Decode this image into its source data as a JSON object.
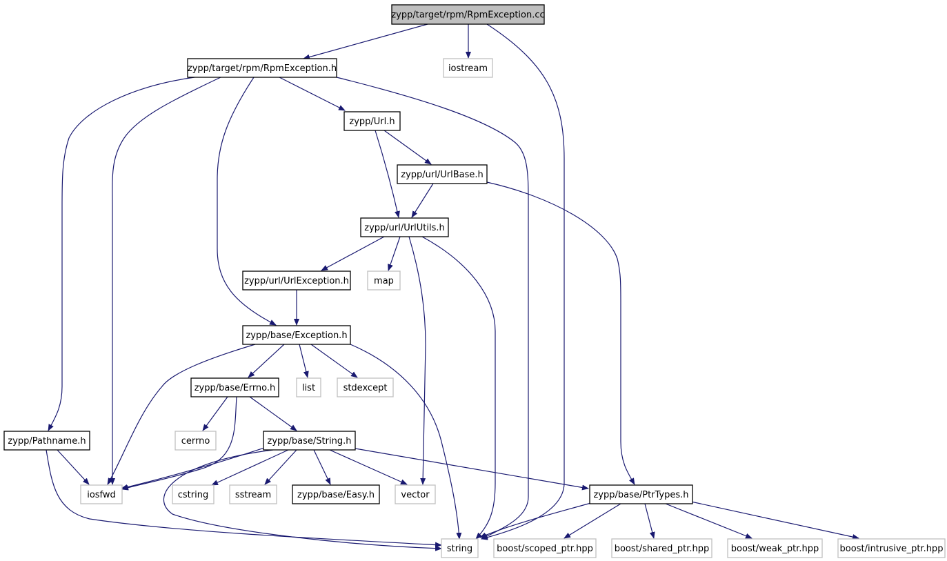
{
  "colors": {
    "edge": "#191970",
    "root_fill": "#bfbfbf",
    "local_border": "#000000",
    "system_border": "#bfbfbf",
    "text": "#000000"
  },
  "nodes": [
    {
      "id": "rpmexception_cc",
      "label": "zypp/target/rpm/RpmException.cc",
      "kind": "root"
    },
    {
      "id": "rpmexception_h",
      "label": "zypp/target/rpm/RpmException.h",
      "kind": "local"
    },
    {
      "id": "iostream",
      "label": "iostream",
      "kind": "system"
    },
    {
      "id": "url_h",
      "label": "zypp/Url.h",
      "kind": "local"
    },
    {
      "id": "urlbase_h",
      "label": "zypp/url/UrlBase.h",
      "kind": "local"
    },
    {
      "id": "urlutils_h",
      "label": "zypp/url/UrlUtils.h",
      "kind": "local"
    },
    {
      "id": "urlexception_h",
      "label": "zypp/url/UrlException.h",
      "kind": "local"
    },
    {
      "id": "map",
      "label": "map",
      "kind": "system"
    },
    {
      "id": "exception_h",
      "label": "zypp/base/Exception.h",
      "kind": "local"
    },
    {
      "id": "errno_h",
      "label": "zypp/base/Errno.h",
      "kind": "local"
    },
    {
      "id": "list",
      "label": "list",
      "kind": "system"
    },
    {
      "id": "stdexcept",
      "label": "stdexcept",
      "kind": "system"
    },
    {
      "id": "pathname_h",
      "label": "zypp/Pathname.h",
      "kind": "local"
    },
    {
      "id": "cerrno",
      "label": "cerrno",
      "kind": "system"
    },
    {
      "id": "string_h",
      "label": "zypp/base/String.h",
      "kind": "local"
    },
    {
      "id": "iosfwd",
      "label": "iosfwd",
      "kind": "system"
    },
    {
      "id": "cstring",
      "label": "cstring",
      "kind": "system"
    },
    {
      "id": "sstream",
      "label": "sstream",
      "kind": "system"
    },
    {
      "id": "easy_h",
      "label": "zypp/base/Easy.h",
      "kind": "local"
    },
    {
      "id": "vector",
      "label": "vector",
      "kind": "system"
    },
    {
      "id": "ptrtypes_h",
      "label": "zypp/base/PtrTypes.h",
      "kind": "local"
    },
    {
      "id": "string",
      "label": "string",
      "kind": "system"
    },
    {
      "id": "scoped_ptr",
      "label": "boost/scoped_ptr.hpp",
      "kind": "system"
    },
    {
      "id": "shared_ptr",
      "label": "boost/shared_ptr.hpp",
      "kind": "system"
    },
    {
      "id": "weak_ptr",
      "label": "boost/weak_ptr.hpp",
      "kind": "system"
    },
    {
      "id": "intrusive_ptr",
      "label": "boost/intrusive_ptr.hpp",
      "kind": "system"
    }
  ],
  "edges": [
    [
      "rpmexception_cc",
      "rpmexception_h"
    ],
    [
      "rpmexception_cc",
      "iostream"
    ],
    [
      "rpmexception_cc",
      "string"
    ],
    [
      "rpmexception_h",
      "url_h"
    ],
    [
      "rpmexception_h",
      "exception_h"
    ],
    [
      "rpmexception_h",
      "pathname_h"
    ],
    [
      "rpmexception_h",
      "iosfwd"
    ],
    [
      "rpmexception_h",
      "string"
    ],
    [
      "url_h",
      "urlbase_h"
    ],
    [
      "url_h",
      "urlutils_h"
    ],
    [
      "urlbase_h",
      "urlutils_h"
    ],
    [
      "urlbase_h",
      "ptrtypes_h"
    ],
    [
      "urlutils_h",
      "urlexception_h"
    ],
    [
      "urlutils_h",
      "map"
    ],
    [
      "urlutils_h",
      "vector"
    ],
    [
      "urlutils_h",
      "string"
    ],
    [
      "urlexception_h",
      "exception_h"
    ],
    [
      "exception_h",
      "errno_h"
    ],
    [
      "exception_h",
      "list"
    ],
    [
      "exception_h",
      "stdexcept"
    ],
    [
      "exception_h",
      "iosfwd"
    ],
    [
      "exception_h",
      "string"
    ],
    [
      "errno_h",
      "cerrno"
    ],
    [
      "errno_h",
      "string_h"
    ],
    [
      "errno_h",
      "iosfwd"
    ],
    [
      "pathname_h",
      "iosfwd"
    ],
    [
      "pathname_h",
      "string"
    ],
    [
      "string_h",
      "iosfwd"
    ],
    [
      "string_h",
      "cstring"
    ],
    [
      "string_h",
      "sstream"
    ],
    [
      "string_h",
      "easy_h"
    ],
    [
      "string_h",
      "vector"
    ],
    [
      "string_h",
      "ptrtypes_h"
    ],
    [
      "string_h",
      "string"
    ],
    [
      "ptrtypes_h",
      "string"
    ],
    [
      "ptrtypes_h",
      "scoped_ptr"
    ],
    [
      "ptrtypes_h",
      "shared_ptr"
    ],
    [
      "ptrtypes_h",
      "weak_ptr"
    ],
    [
      "ptrtypes_h",
      "intrusive_ptr"
    ]
  ]
}
